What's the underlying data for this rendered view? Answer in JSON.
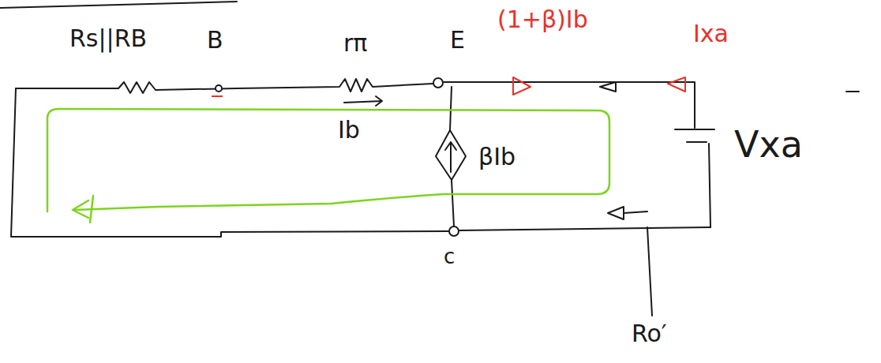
{
  "diagram": {
    "labels": [
      "Rs||RB",
      "B",
      "rπ",
      "E",
      "(1+β)Ib",
      "Ixa",
      "Ib",
      "βIb",
      "Vxa",
      "c",
      "Ro′"
    ]
  }
}
